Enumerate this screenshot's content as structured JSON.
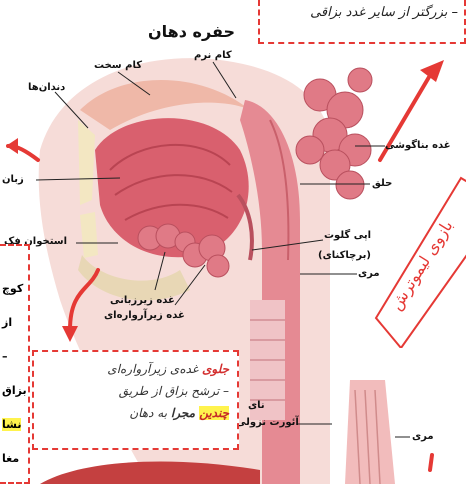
{
  "title": "حفره دهان",
  "top_note": "– بزرگتر از سایر غدد بزاقی",
  "labels": {
    "hard_palate": "کام سخت",
    "soft_palate": "کام نرم",
    "teeth": "دندان‌ها",
    "tongue": "زبان",
    "jaw_bone": "استخوان فک",
    "sublingual": "غده زیرزبانی",
    "submandibular": "غده زیرآرواره‌ای",
    "parotid": "غده بناگوشی",
    "pharynx": "حلق",
    "epiglottis": "اپی گلوت",
    "epiglottis_sub": "(برچاکنای)",
    "esophagus": "مری",
    "trachea": "نای",
    "aorta": "آئورت نزولی",
    "esophagus2": "مری"
  },
  "mid_note": {
    "line1_red": "جلوی",
    "line1_rest": " غده‌ی زیرآرواره‌ای",
    "line2": "– ترشح بزاق از طریق",
    "line3_hl": "چندین",
    "line3_bold": " مجرا",
    "line3_rest": " به دهان"
  },
  "stamp_text": "بازوی لیموترش",
  "left_clip": {
    "l1": "کوچ",
    "l2": "از ",
    "l3": "–",
    "l4": "بزاق",
    "l5": "نشا",
    "l6": "مغا"
  },
  "colors": {
    "accent_red": "#e53935",
    "tissue": "#e8888f",
    "gland": "#e07a86"
  }
}
